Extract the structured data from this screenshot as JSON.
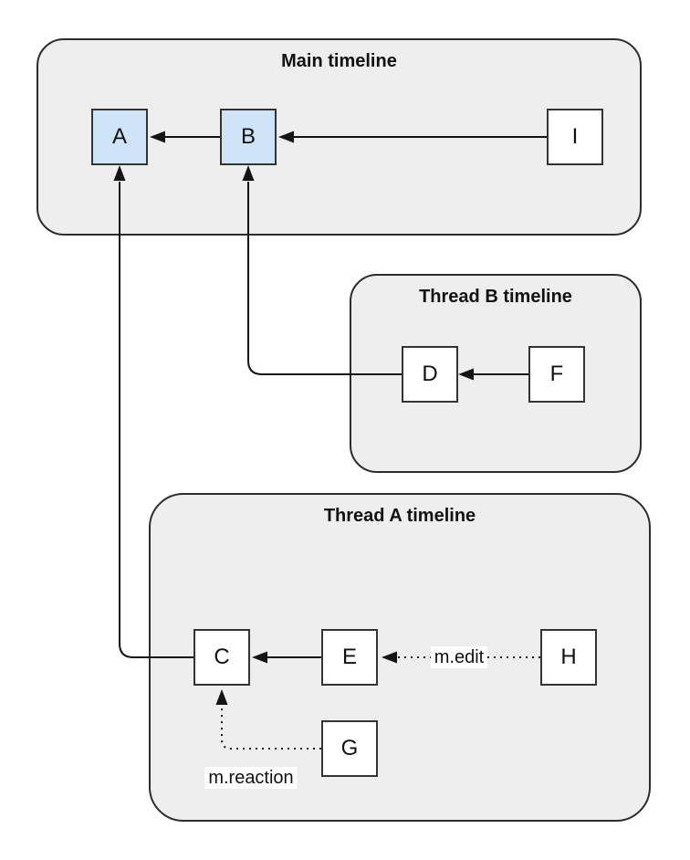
{
  "diagram": {
    "containers": [
      {
        "id": "main",
        "title": "Main timeline"
      },
      {
        "id": "thread-b",
        "title": "Thread B timeline"
      },
      {
        "id": "thread-a",
        "title": "Thread A timeline"
      }
    ],
    "nodes": [
      {
        "id": "A",
        "label": "A",
        "container": "main",
        "highlighted": true
      },
      {
        "id": "B",
        "label": "B",
        "container": "main",
        "highlighted": true
      },
      {
        "id": "I",
        "label": "I",
        "container": "main",
        "highlighted": false
      },
      {
        "id": "D",
        "label": "D",
        "container": "thread-b",
        "highlighted": false
      },
      {
        "id": "F",
        "label": "F",
        "container": "thread-b",
        "highlighted": false
      },
      {
        "id": "C",
        "label": "C",
        "container": "thread-a",
        "highlighted": false
      },
      {
        "id": "E",
        "label": "E",
        "container": "thread-a",
        "highlighted": false
      },
      {
        "id": "H",
        "label": "H",
        "container": "thread-a",
        "highlighted": false
      },
      {
        "id": "G",
        "label": "G",
        "container": "thread-a",
        "highlighted": false
      }
    ],
    "edges": [
      {
        "from": "B",
        "to": "A",
        "style": "solid",
        "label": ""
      },
      {
        "from": "I",
        "to": "B",
        "style": "solid",
        "label": ""
      },
      {
        "from": "F",
        "to": "D",
        "style": "solid",
        "label": ""
      },
      {
        "from": "D",
        "to": "B",
        "style": "solid",
        "label": ""
      },
      {
        "from": "E",
        "to": "C",
        "style": "solid",
        "label": ""
      },
      {
        "from": "C",
        "to": "A",
        "style": "solid",
        "label": ""
      },
      {
        "from": "H",
        "to": "E",
        "style": "dotted",
        "label": "m.edit"
      },
      {
        "from": "G",
        "to": "C",
        "style": "dotted",
        "label": "m.reaction"
      }
    ],
    "colors": {
      "container_fill": "#eeeeee",
      "container_border": "#2d2d2d",
      "node_fill": "#ffffff",
      "node_highlight_fill": "#d0e4f8",
      "node_border": "#333333",
      "line": "#141414",
      "label_bg": "#ffffff"
    }
  }
}
